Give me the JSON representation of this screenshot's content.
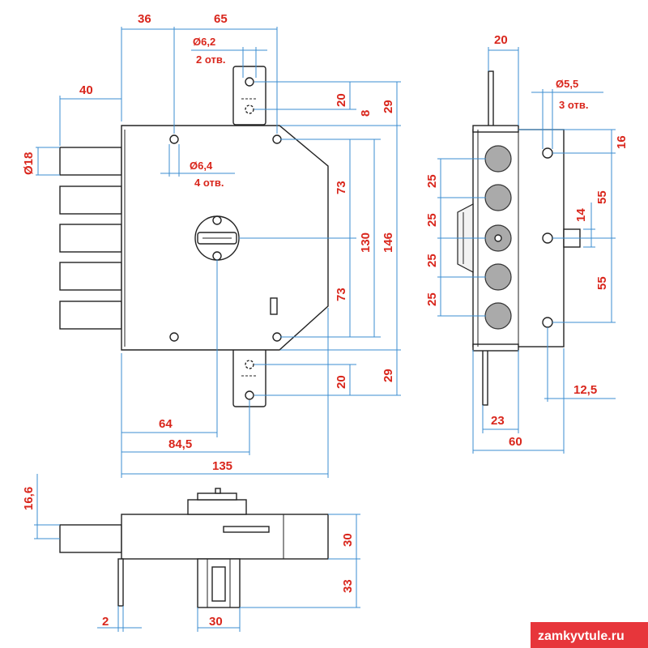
{
  "front_view": {
    "dims_top": [
      "36",
      "65"
    ],
    "hole_top": {
      "dia": "Ø6,2",
      "count": "2 отв."
    },
    "bolt_len": "40",
    "bolt_dia": "Ø18",
    "hole_mid": {
      "dia": "Ø6,4",
      "count": "4 отв."
    },
    "right_dims": [
      "20",
      "29",
      "8",
      "73",
      "130",
      "146",
      "73",
      "20",
      "29"
    ],
    "bottom_dims": [
      "64",
      "84,5",
      "135"
    ]
  },
  "side_view": {
    "top_width": "20",
    "hole": {
      "dia": "Ø5,5",
      "count": "3 отв."
    },
    "left_dims": [
      "25",
      "25",
      "25",
      "25"
    ],
    "right_dims": [
      "16",
      "55",
      "14",
      "55"
    ],
    "bottom_dims": [
      "12,5",
      "23",
      "60"
    ]
  },
  "bottom_view": {
    "dims": [
      "16,6",
      "30",
      "33",
      "2",
      "30"
    ]
  },
  "watermark": {
    "text": "zamkyvtule.ru",
    "color": "#e7363b"
  },
  "colors": {
    "dimension_text": "#d9261c",
    "dimension_line": "#3b8ed1",
    "outline": "#222222"
  }
}
